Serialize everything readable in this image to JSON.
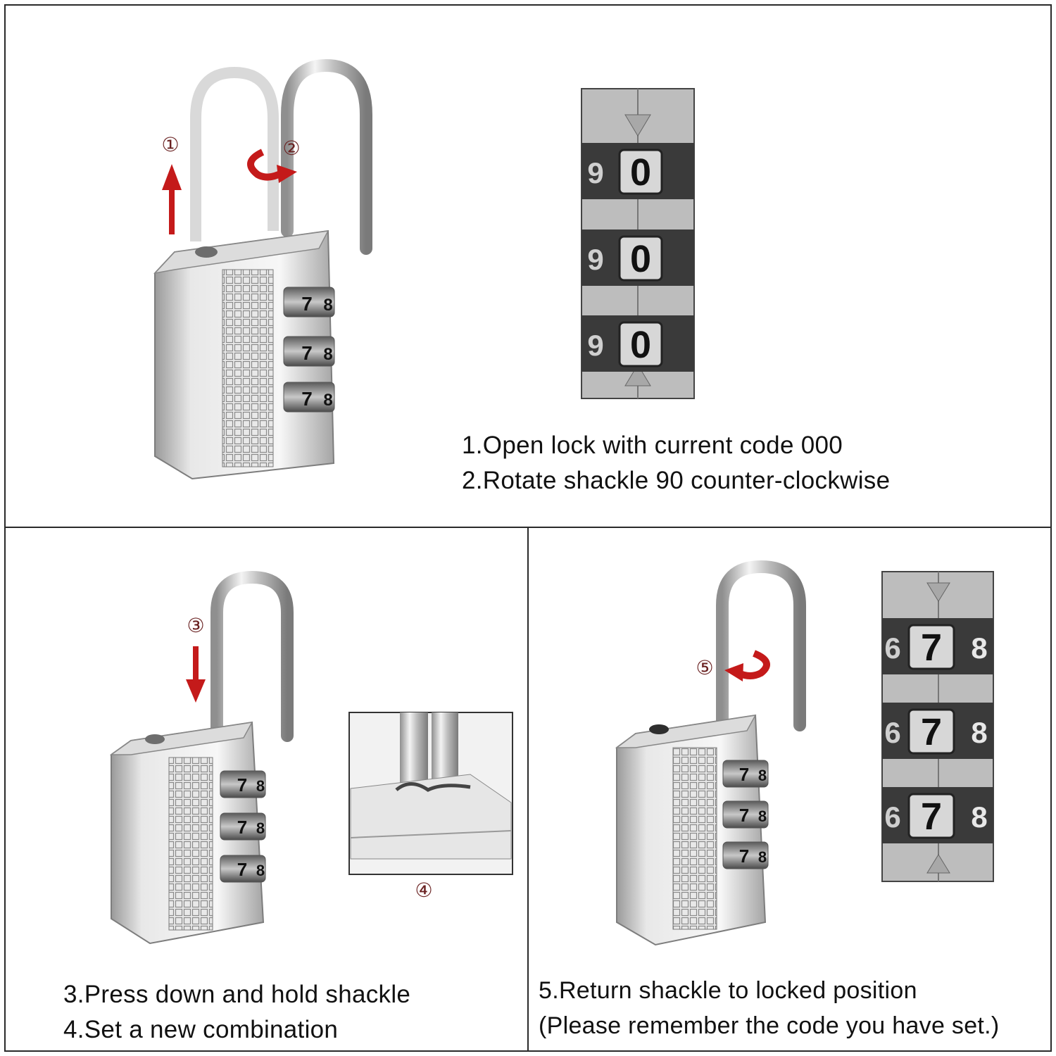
{
  "panel1": {
    "lines": [
      "1.Open lock with current code 000",
      "2.Rotate shackle 90 counter-clockwise"
    ],
    "markers": [
      "①",
      "②"
    ],
    "wheel_digits": [
      "9",
      "0"
    ],
    "lock_digits": [
      "7",
      "8"
    ]
  },
  "panel2": {
    "lines": [
      "3.Press down and hold shackle",
      "4.Set a new combination"
    ],
    "markers": [
      "③",
      "④"
    ],
    "lock_digits": [
      "7",
      "8"
    ]
  },
  "panel3": {
    "lines": [
      "5.Return shackle to locked position",
      "(Please remember the code you have set.)"
    ],
    "markers": [
      "⑤"
    ],
    "wheel_digits": [
      "6",
      "7",
      "8"
    ],
    "lock_digits": [
      "7",
      "8"
    ]
  },
  "colors": {
    "arrow": "#c41a1a",
    "metal": "#c9c9c9",
    "frame": "#2a2a2a",
    "text": "#111111"
  }
}
